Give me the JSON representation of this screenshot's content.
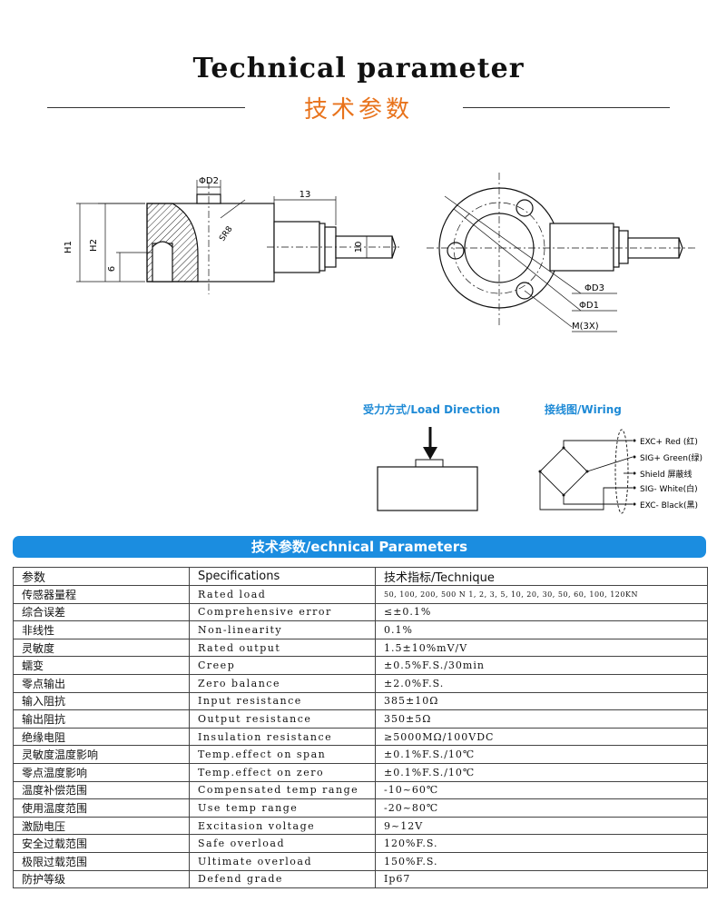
{
  "header": {
    "title_en": "Technical parameter",
    "title_cn": "技术参数"
  },
  "drawing": {
    "dim_d2": "ΦD2",
    "dim_13": "13",
    "dim_sr8": "SR8",
    "dim_h1": "H1",
    "dim_h2": "H2",
    "dim_6": "6",
    "dim_10": "10",
    "dim_d3": "ΦD3",
    "dim_d1": "ΦD1",
    "dim_m": "M(3X)"
  },
  "load": {
    "label": "受力方式/Load Direction"
  },
  "wiring": {
    "label": "接线图/Wiring",
    "wires": [
      "EXC+ Red  (红)",
      "SIG+ Green(绿)",
      "Shield  屏蔽线",
      "SIG- White(白)",
      "EXC- Black(黑)"
    ]
  },
  "table": {
    "banner": "技术参数/echnical Parameters",
    "headers": [
      "参数",
      "Specifications",
      "技术指标/Technique"
    ],
    "rows": [
      [
        "传感器量程",
        "Rated load",
        "50, 100, 200, 500 N 1, 2, 3, 5, 10, 20, 30, 50, 60, 100, 120KN"
      ],
      [
        "综合误差",
        "Comprehensive error",
        "≤±0.1%"
      ],
      [
        "非线性",
        "Non-linearity",
        "0.1%"
      ],
      [
        "灵敏度",
        "Rated output",
        "1.5±10%mV/V"
      ],
      [
        "蠕变",
        "Creep",
        "±0.5%F.S./30min"
      ],
      [
        "零点输出",
        "Zero balance",
        "±2.0%F.S."
      ],
      [
        "输入阻抗",
        "Input resistance",
        "385±10Ω"
      ],
      [
        "输出阻抗",
        "Output resistance",
        "350±5Ω"
      ],
      [
        "绝缘电阻",
        "Insulation resistance",
        "≥5000MΩ/100VDC"
      ],
      [
        "灵敏度温度影响",
        "Temp.effect on span",
        "±0.1%F.S./10℃"
      ],
      [
        "零点温度影响",
        "Temp.effect on zero",
        "±0.1%F.S./10℃"
      ],
      [
        "温度补偿范围",
        "Compensated temp range",
        "-10~60℃"
      ],
      [
        "使用温度范围",
        "Use temp range",
        "-20~80℃"
      ],
      [
        "激励电压",
        "Excitasion voltage",
        "9~12V"
      ],
      [
        "安全过载范围",
        "Safe overload",
        "120%F.S."
      ],
      [
        "极限过载范围",
        "Ultimate overload",
        "150%F.S."
      ],
      [
        "防护等级",
        "Defend grade",
        "Ip67"
      ]
    ]
  }
}
